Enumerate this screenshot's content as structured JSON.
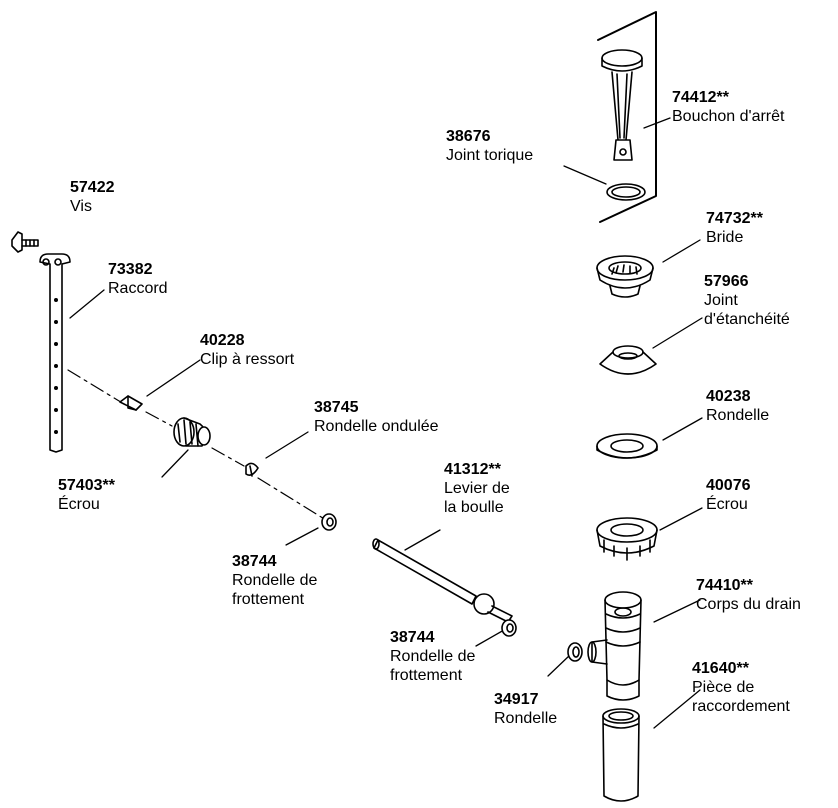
{
  "parts": [
    {
      "id": "p74412",
      "number": "74412**",
      "label": [
        "Bouchon d'arrêt"
      ],
      "icon": "stopper-icon"
    },
    {
      "id": "p38676",
      "number": "38676",
      "label": [
        "Joint torique"
      ],
      "icon": "o-ring-icon"
    },
    {
      "id": "p57422",
      "number": "57422",
      "label": [
        "Vis"
      ],
      "icon": "thumb-screw-icon"
    },
    {
      "id": "p74732",
      "number": "74732**",
      "label": [
        "Bride"
      ],
      "icon": "flange-icon"
    },
    {
      "id": "p73382",
      "number": "73382",
      "label": [
        "Raccord"
      ],
      "icon": "strap-icon"
    },
    {
      "id": "p57966",
      "number": "57966",
      "label": [
        "Joint",
        "d'étanchéité"
      ],
      "icon": "gasket-icon"
    },
    {
      "id": "p40228",
      "number": "40228",
      "label": [
        "Clip à ressort"
      ],
      "icon": "spring-clip-icon"
    },
    {
      "id": "p40238",
      "number": "40238",
      "label": [
        "Rondelle"
      ],
      "icon": "washer-icon"
    },
    {
      "id": "p38745",
      "number": "38745",
      "label": [
        "Rondelle ondulée"
      ],
      "icon": "wave-washer-icon"
    },
    {
      "id": "p41312",
      "number": "41312**",
      "label": [
        "Levier de",
        "la boulle"
      ],
      "icon": "ball-rod-icon"
    },
    {
      "id": "p57403",
      "number": "57403**",
      "label": [
        "Écrou"
      ],
      "icon": "knurled-nut-icon"
    },
    {
      "id": "p40076",
      "number": "40076",
      "label": [
        "Écrou"
      ],
      "icon": "nut-icon"
    },
    {
      "id": "p38744a",
      "number": "38744",
      "label": [
        "Rondelle de",
        "frottement"
      ],
      "icon": "friction-washer-icon"
    },
    {
      "id": "p74410",
      "number": "74410**",
      "label": [
        "Corps du drain"
      ],
      "icon": "drain-body-icon"
    },
    {
      "id": "p38744b",
      "number": "38744",
      "label": [
        "Rondelle de",
        "frottement"
      ],
      "icon": "friction-washer-icon"
    },
    {
      "id": "p41640",
      "number": "41640**",
      "label": [
        "Pièce de",
        "raccordement"
      ],
      "icon": "tailpiece-icon"
    },
    {
      "id": "p34917",
      "number": "34917",
      "label": [
        "Rondelle"
      ],
      "icon": "washer-icon"
    }
  ]
}
